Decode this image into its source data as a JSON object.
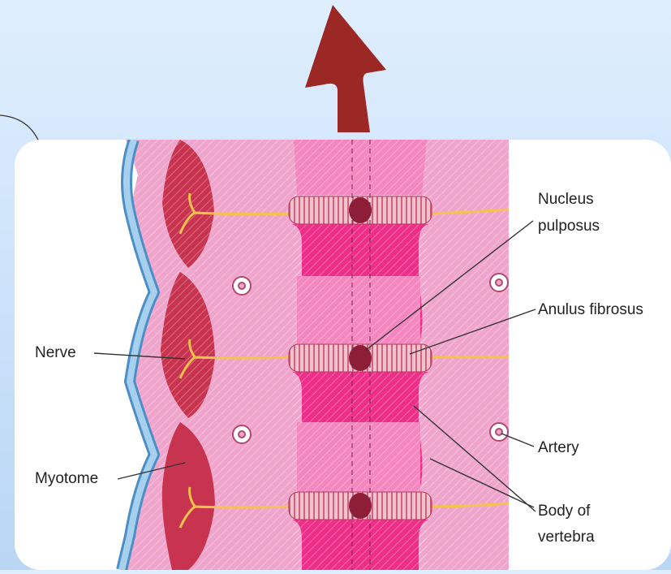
{
  "colors": {
    "background": "#cfe4fb",
    "arrow": "#9b2824",
    "tissue_light": "#f0a6cc",
    "vertebra_body": "#ee2f8a",
    "vertebra_light": "#f487bf",
    "myotome": "#c8344f",
    "skin": "#7fb6de",
    "nerve": "#f5c24b",
    "nucleus": "#8e1d37"
  },
  "labels": {
    "nucleus": [
      "Nucleus",
      "pulposus"
    ],
    "anulus": "Anulus fibrosus",
    "nerve": "Nerve",
    "artery": "Artery",
    "myotome": "Myotome",
    "body": [
      "Body of",
      "vertebra"
    ]
  }
}
